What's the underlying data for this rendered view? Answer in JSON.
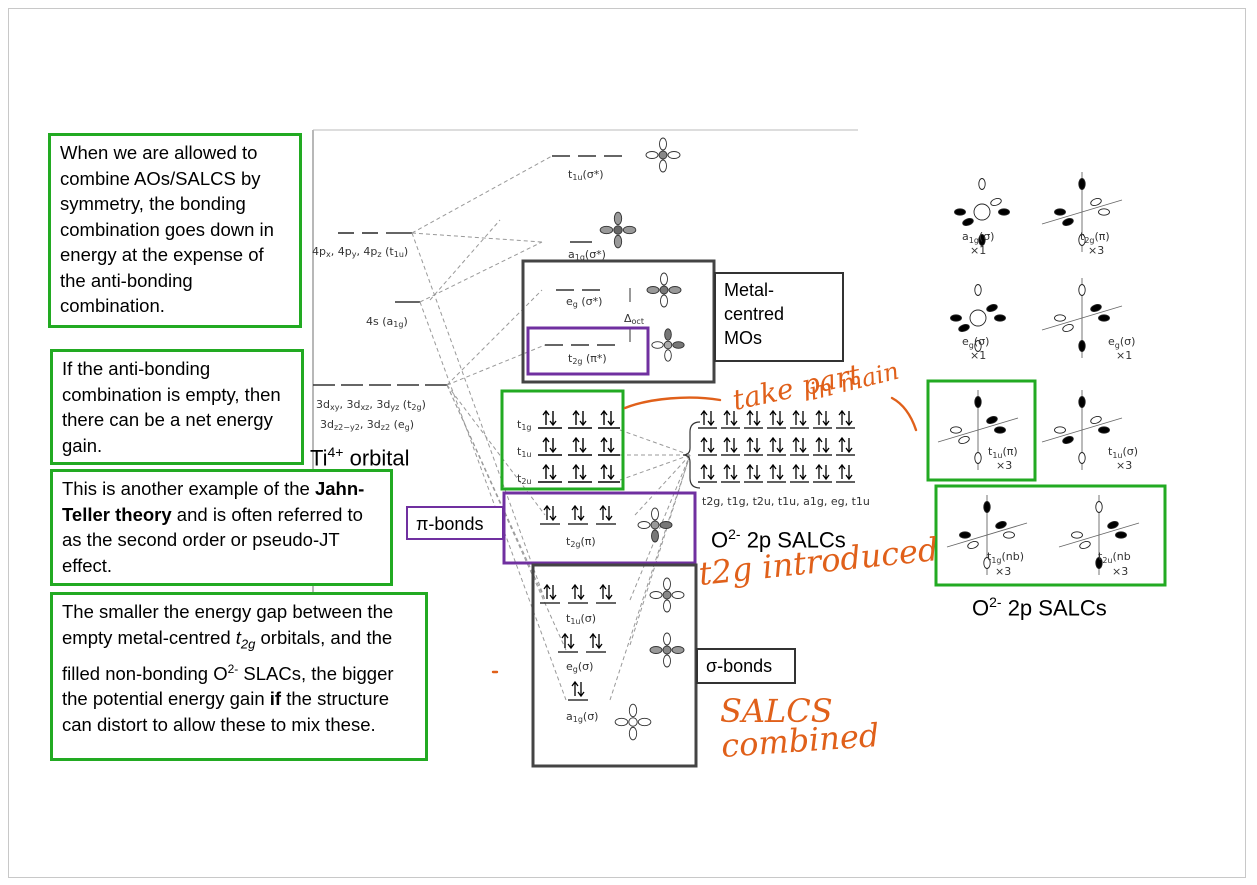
{
  "notes": {
    "note1": "When we are allowed to combine AOs/SALCS by symmetry, the bonding combination goes down in energy at the expense of the anti-bonding combination.",
    "note2": "If the anti-bonding combination is empty, then there can be a net energy gain.",
    "note3_a": "This is another example of the ",
    "note3_b": "Jahn-Teller theory",
    "note3_c": " and is often referred to as the second order or pseudo-JT effect.",
    "note4_a": "The smaller the energy gap between the empty metal-centred ",
    "note4_t": "t",
    "note4_sub": "2g",
    "note4_b": " orbitals, and the filled non-bonding O",
    "note4_sup": "2-",
    "note4_c": " SLACs, the bigger the potential energy gain ",
    "note4_if": "if",
    "note4_d": " the structure can distort to allow these to mix these."
  },
  "labels": {
    "ti_base": "Ti",
    "ti_sup": "4+",
    "ti_rest": " orbital",
    "metal_centred": "Metal-centred MOs",
    "metal_l1": "Metal-",
    "metal_l2": "centred",
    "metal_l3": "MOs",
    "pi_bonds": "π-bonds",
    "sigma_bonds": "σ-bonds",
    "o_salcs_mid_a": "O",
    "o_salcs_mid_sup": "2-",
    "o_salcs_mid_b": " 2p SALCs",
    "o_salcs_right_a": "O",
    "o_salcs_right_sup": "2-",
    "o_salcs_right_b": " 2p SALCs"
  },
  "diagram": {
    "ti_4p": "4p",
    "ti_4s": "4s (a",
    "ti_3d_1": "3d",
    "ti_3d_2": "3d",
    "mo_t1u_star": "t",
    "mo_a1g_star": "a",
    "mo_eg_star": "e",
    "mo_t2g_star": "t",
    "delta_oct": "Δ",
    "mo_t2g_pi": "t",
    "mo_t1u_sigma": "t",
    "mo_eg_sigma": "e",
    "mo_a1g_sigma": "a",
    "salc_row_labels": [
      "t1g",
      "t1u",
      "t2u"
    ],
    "salc_sym_list": "t2g, t1g, t2u, t1u, a1g, eg, t1u",
    "right_salcs": [
      "a1g(σ) ×1",
      "t2g(π) ×3",
      "eg(σ) ×1",
      "eg(σ) ×1",
      "t1u(π) ×3",
      "t1u(σ) ×3",
      "t1g(nb) ×3",
      "t2u(nb) ×3"
    ]
  },
  "annotations": {
    "take_part": "take part",
    "in_main": "in main",
    "t2g_introduced": "t2g introduced",
    "salcs": "SALCS",
    "combined": "combined"
  },
  "colors": {
    "green_box": "#22aa22",
    "purple_box": "#7030a0",
    "dark_box": "#444444",
    "handwriting": "#e0601a"
  }
}
